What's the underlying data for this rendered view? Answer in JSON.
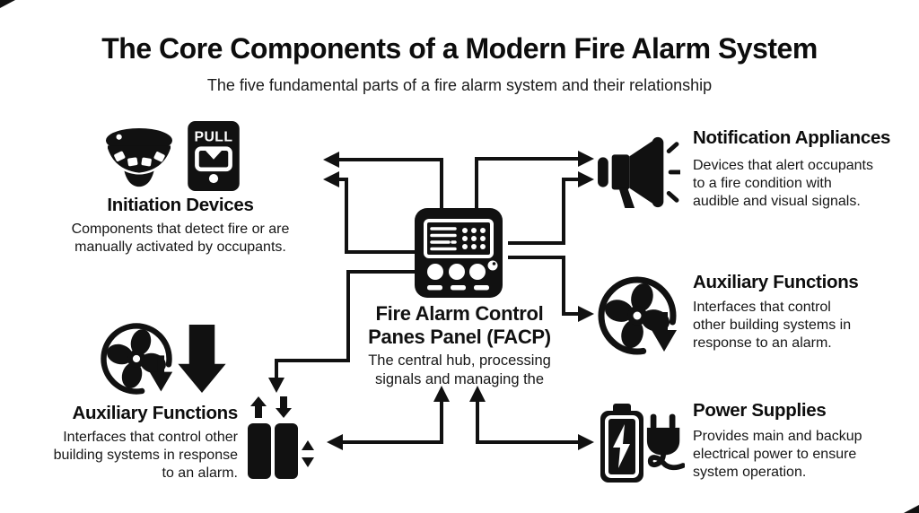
{
  "colors": {
    "ink": "#111111",
    "background": "#ffffff"
  },
  "header": {
    "title": "The Core Components of a Modern Fire Alarm System",
    "subtitle": "The five fundamental parts of a fire alarm system and their relationship"
  },
  "nodes": {
    "initiation": {
      "heading": "Initiation Devices",
      "body_lines": [
        "Components that detect fire or are",
        "manually activated by occupants."
      ],
      "pull_label": "PULL",
      "icons": [
        "smoke-detector-icon",
        "pull-station-icon"
      ]
    },
    "facp": {
      "heading_lines": [
        "Fire Alarm Control",
        "Panes Panel (FACP)"
      ],
      "body_lines": [
        "The central hub, processing",
        "signals and managing the"
      ],
      "icon": "control-panel-icon"
    },
    "notification": {
      "heading": "Notification Appliances",
      "body_lines": [
        "Devices that alert occupants",
        "to a fire condition with",
        "audible and visual signals."
      ],
      "icon": "megaphone-icon"
    },
    "auxiliary_right": {
      "heading": "Auxiliary Functions",
      "body_lines": [
        "Interfaces that control",
        "other building systems in",
        "response to an alarm."
      ],
      "icon": "fan-down-arrow-icon"
    },
    "auxiliary_left": {
      "heading": "Auxiliary Functions",
      "body_lines": [
        "Interfaces that control other",
        "building systems in response",
        "to an alarm."
      ],
      "icons": [
        "fan-down-arrow-icon",
        "down-arrow-icon"
      ]
    },
    "power": {
      "heading": "Power Supplies",
      "body_lines": [
        "Provides main and backup",
        "electrical power to ensure",
        "system operation."
      ],
      "icons": [
        "battery-icon",
        "power-plug-icon"
      ]
    },
    "elevator": {
      "icon": "elevator-icon"
    }
  }
}
